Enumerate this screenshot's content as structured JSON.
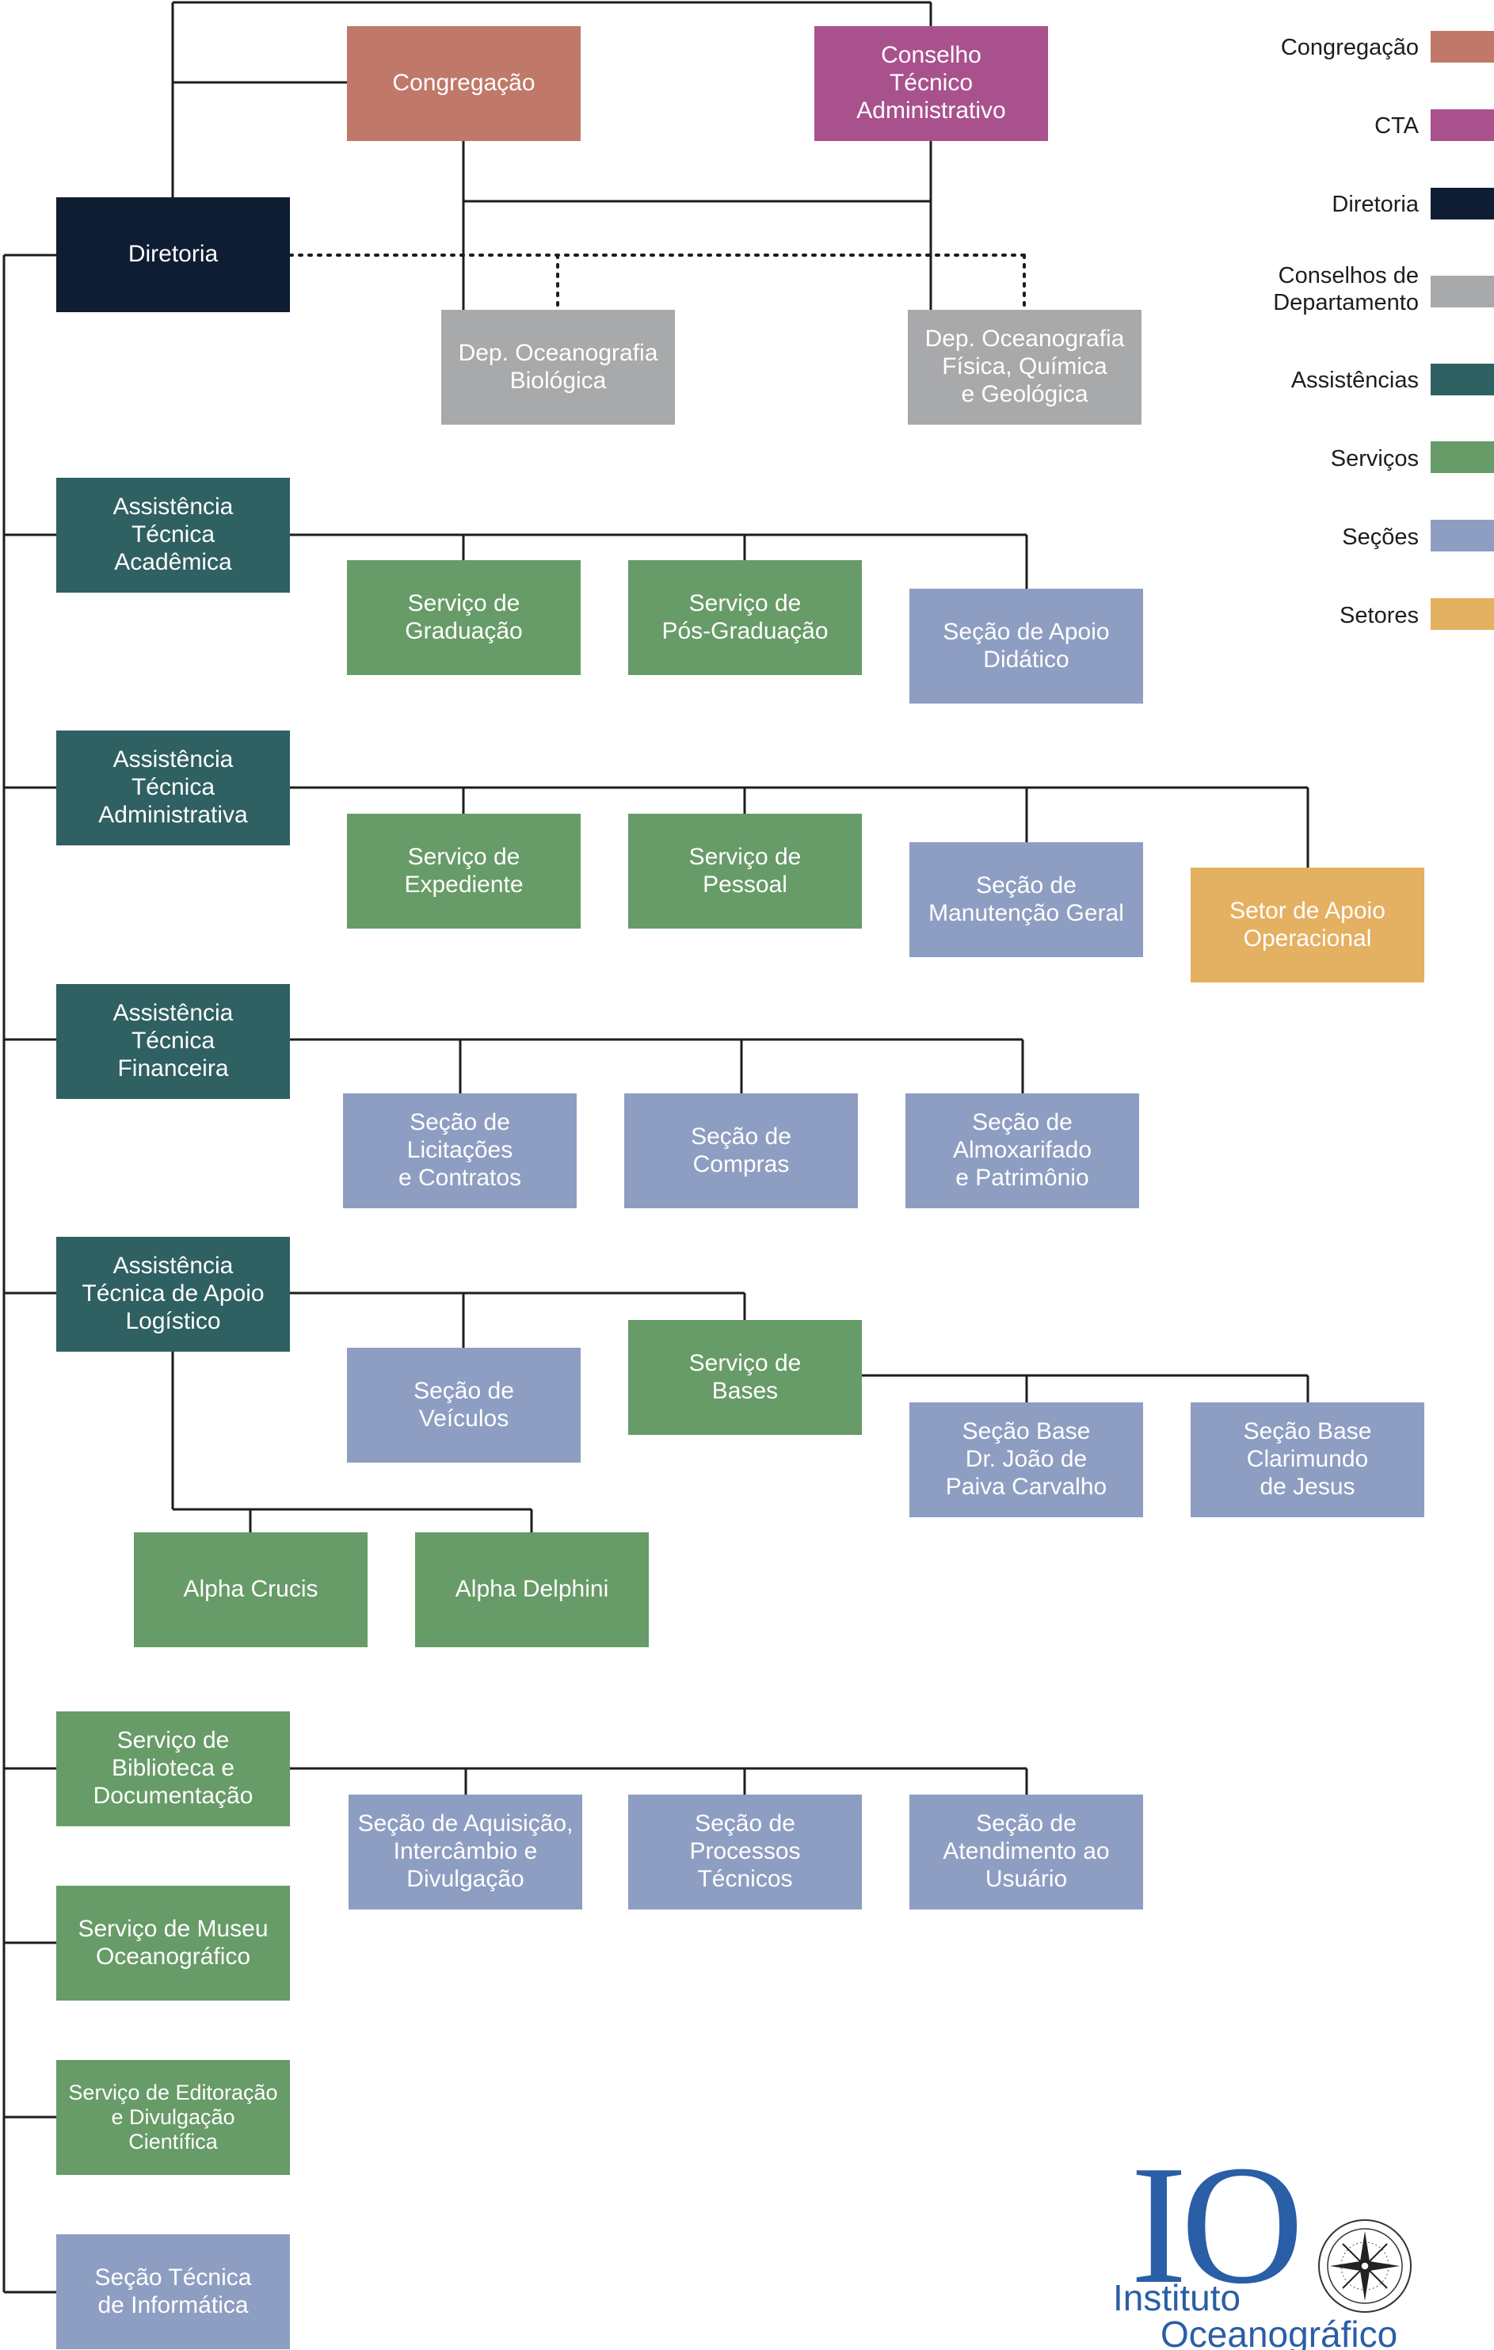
{
  "colors": {
    "congregacao": "#c07868",
    "cta": "#a9518d",
    "diretoria": "#0f1d33",
    "departamentos": "#a8a9ab",
    "assistencias": "#2f6062",
    "servicos": "#679b67",
    "secoes": "#8e9ec2",
    "setores": "#e4b061",
    "line": "#1d1d1b",
    "logo_blue": "#2a5ea7"
  },
  "nodes": {
    "congregacao": "Congregação",
    "cta": "Conselho\nTécnico\nAdministrativo",
    "diretoria": "Diretoria",
    "dep_bio": "Dep. Oceanografia\nBiológica",
    "dep_fqg": "Dep. Oceanografia\nFísica, Química\ne Geológica",
    "ata": "Assistência\nTécnica\nAcadêmica",
    "serv_grad": "Serviço de\nGraduação",
    "serv_pos": "Serviço de\nPós-Graduação",
    "sec_apoio_did": "Seção de Apoio\nDidático",
    "atad": "Assistência\nTécnica\nAdministrativa",
    "serv_exp": "Serviço de\nExpediente",
    "serv_pes": "Serviço de\nPessoal",
    "sec_manut": "Seção de\nManutenção Geral",
    "setor_apoio": "Setor de Apoio\nOperacional",
    "atf": "Assistência\nTécnica\nFinanceira",
    "sec_licit": "Seção de\nLicitações\ne Contratos",
    "sec_compras": "Seção de\nCompras",
    "sec_almox": "Seção de\nAlmoxarifado\ne Patrimônio",
    "atal": "Assistência\nTécnica de Apoio\nLogístico",
    "sec_veic": "Seção de\nVeículos",
    "serv_bases": "Serviço de\nBases",
    "sec_base_joao": "Seção Base\nDr. João de\nPaiva Carvalho",
    "sec_base_clar": "Seção Base\nClarimundo\nde Jesus",
    "alpha_crucis": "Alpha Crucis",
    "alpha_delphini": "Alpha Delphini",
    "serv_bib": "Serviço de\nBiblioteca e\nDocumentação",
    "sec_aquis": "Seção de Aquisição,\nIntercâmbio e\nDivulgação",
    "sec_proc": "Seção de\nProcessos\nTécnicos",
    "sec_atend": "Seção de\nAtendimento ao\nUsuário",
    "serv_museu": "Serviço de Museu\nOceanográfico",
    "serv_edit": "Serviço de Editoração\ne Divulgação\nCientífica",
    "sec_info": "Seção Técnica\nde Informática"
  },
  "legend": [
    {
      "label": "Congregação",
      "color_key": "congregacao"
    },
    {
      "label": "CTA",
      "color_key": "cta"
    },
    {
      "label": "Diretoria",
      "color_key": "diretoria"
    },
    {
      "label": "Conselhos de\nDepartamento",
      "color_key": "departamentos"
    },
    {
      "label": "Assistências",
      "color_key": "assistencias"
    },
    {
      "label": "Serviços",
      "color_key": "servicos"
    },
    {
      "label": "Seções",
      "color_key": "secoes"
    },
    {
      "label": "Setores",
      "color_key": "setores"
    }
  ],
  "logo": {
    "initials": "IO",
    "line1": "Instituto",
    "line2": "Oceanográfico"
  }
}
